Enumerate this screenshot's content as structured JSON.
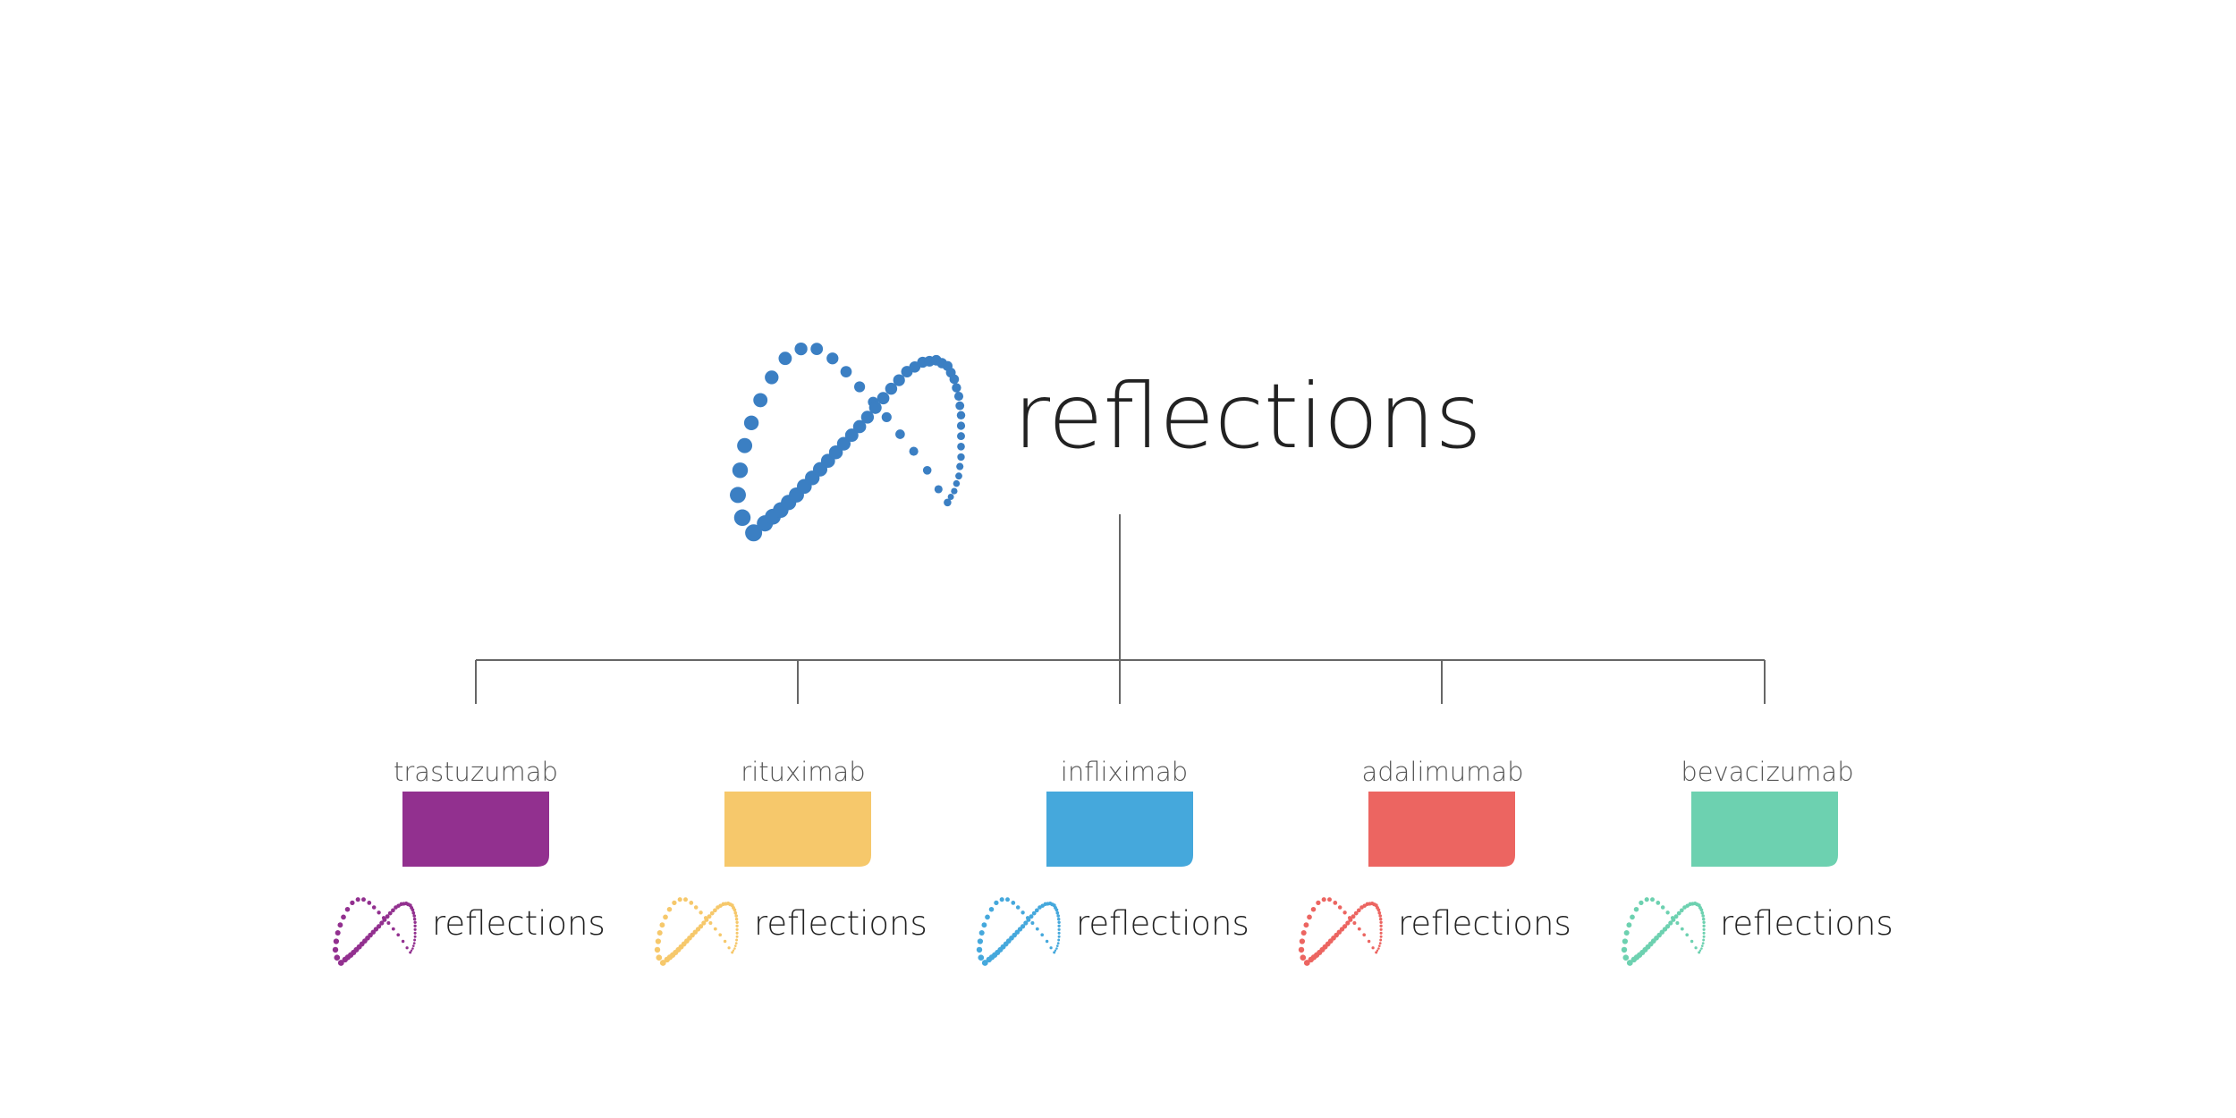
{
  "main_logo": {
    "wordmark": "reflections",
    "color": "#3b7fc3"
  },
  "products": [
    {
      "name": "trastuzumab",
      "color": "#92308f",
      "wordmark": "reflections"
    },
    {
      "name": "rituximab",
      "color": "#f6c86b",
      "wordmark": "reflections"
    },
    {
      "name": "infliximab",
      "color": "#45a8dc",
      "wordmark": "reflections"
    },
    {
      "name": "adalimumab",
      "color": "#ec6561",
      "wordmark": "reflections"
    },
    {
      "name": "bevacizumab",
      "color": "#6dd1b0",
      "wordmark": "reflections"
    }
  ]
}
